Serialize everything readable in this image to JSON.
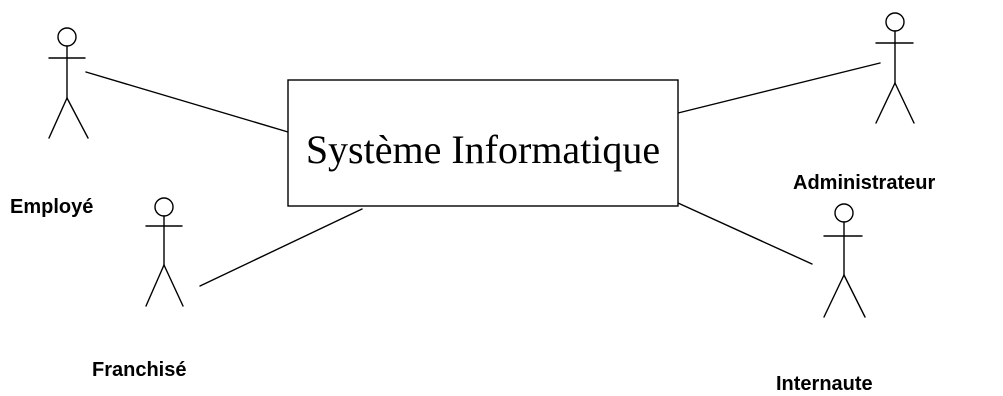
{
  "system": {
    "title": "Système Informatique"
  },
  "actors": {
    "employe": "Employé",
    "franchise": "Franchisé",
    "administrateur": "Administrateur",
    "internaute": "Internaute"
  }
}
